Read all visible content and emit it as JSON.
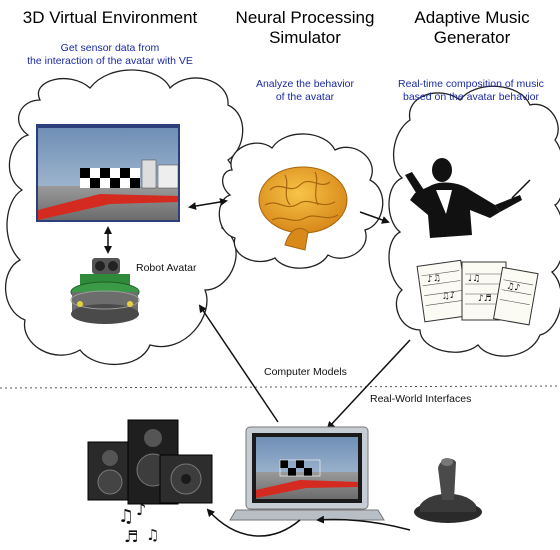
{
  "columns": {
    "ve": {
      "title_l1": "3D Virtual Environment",
      "sub_l1": "Get sensor data from",
      "sub_l2": "the interaction of the avatar with VE"
    },
    "nps": {
      "title_l1": "Neural Processing",
      "title_l2": "Simulator",
      "sub_l1": "Analyze the behavior",
      "sub_l2": "of the avatar"
    },
    "amg": {
      "title_l1": "Adaptive Music",
      "title_l2": "Generator",
      "sub_l1": "Real-time composition of music",
      "sub_l2": "based on the avatar behavior"
    }
  },
  "labels": {
    "robot_avatar": "Robot Avatar",
    "computer_models": "Computer Models",
    "real_world_interfaces": "Real-World Interfaces"
  },
  "icons": [
    "cloud-icon",
    "robot-icon",
    "brain-icon",
    "conductor-icon",
    "sheet-music-icon",
    "laptop-icon",
    "speakers-icon",
    "joystick-icon",
    "music-notes-icon"
  ],
  "colors": {
    "subtitle": "#1a2aa0",
    "floor": "#d42a1f",
    "sky": "#8aa8c8",
    "brain": "#e8a020"
  }
}
